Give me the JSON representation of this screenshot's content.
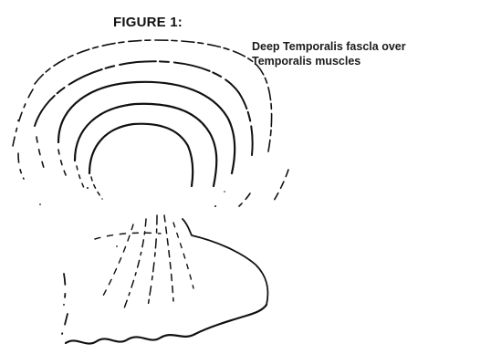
{
  "figure": {
    "title": "FIGURE 1:",
    "label_line1": "Deep Temporalis fascla over",
    "label_line2": "Temporalis muscles"
  },
  "colors": {
    "ink": "#111111",
    "paper": "#ffffff"
  }
}
